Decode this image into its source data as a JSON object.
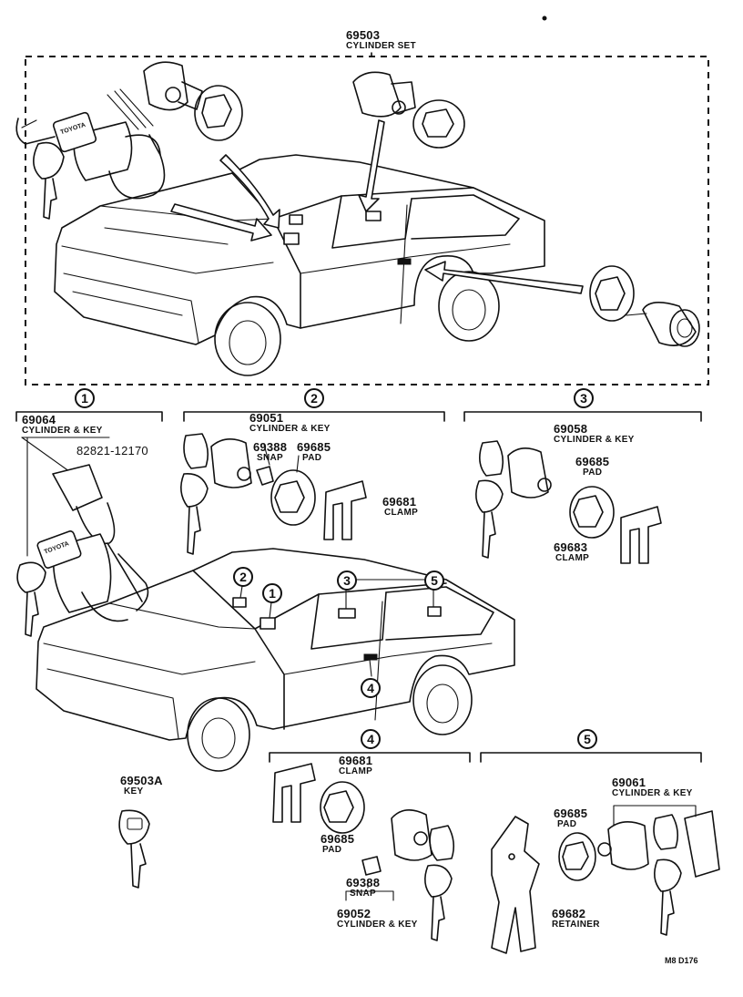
{
  "top_set": {
    "part_no": "69503",
    "name": "CYLINDER SET"
  },
  "groups": [
    {
      "num": "1",
      "part_no": "69064",
      "name": "CYLINDER & KEY",
      "sub_part": "82821-12170"
    },
    {
      "num": "2",
      "part_no": "69051",
      "name": "CYLINDER & KEY",
      "snap_no": "69388",
      "snap_name": "SNAP",
      "pad_no": "69685",
      "pad_name": "PAD",
      "clamp_no": "69681",
      "clamp_name": "CLAMP"
    },
    {
      "num": "3",
      "part_no": "69058",
      "name": "CYLINDER & KEY",
      "pad_no": "69685",
      "pad_name": "PAD",
      "clamp_no": "69683",
      "clamp_name": "CLAMP"
    },
    {
      "num": "4",
      "clamp_no": "69681",
      "clamp_name": "CLAMP",
      "pad_no": "69685",
      "pad_name": "PAD",
      "snap_no": "69388",
      "snap_name": "SNAP",
      "part_no": "69052",
      "name": "CYLINDER & KEY"
    },
    {
      "num": "5",
      "part_no": "69061",
      "name": "CYLINDER & KEY",
      "pad_no": "69685",
      "pad_name": "PAD",
      "retainer_no": "69682",
      "retainer_name": "RETAINER"
    }
  ],
  "loose_key": {
    "part_no": "69503A",
    "name": "KEY"
  },
  "car_callouts": [
    "2",
    "1",
    "3",
    "5",
    "4"
  ],
  "key_brand": "TOYOTA",
  "drawing_ref": "M8 D176"
}
